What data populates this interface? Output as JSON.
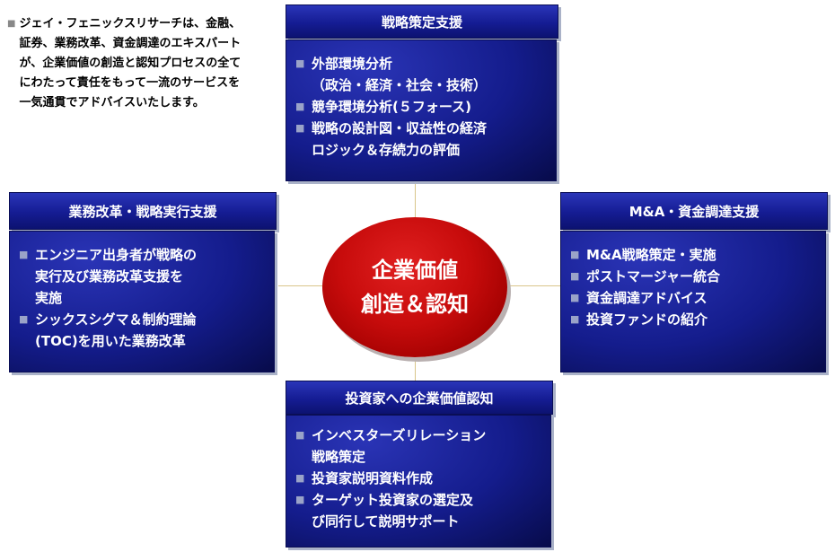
{
  "intro": {
    "bullet": "■",
    "text": "ジェイ・フェニックスリサーチは、金融、証券、業務改革、資金調達のエキスパートが、企業価値の創造と認知プロセスの全てにわたって責任をもって一流のサービスを一気通貫でアドバイスいたします。"
  },
  "center": {
    "line1": "企業価値",
    "line2": "創造＆認知"
  },
  "top": {
    "title": "戦略策定支援",
    "items": [
      "外部環境分析\n（政治・経済・社会・技術）",
      "競争環境分析(５フォース)",
      "戦略の設計図・収益性の経済\nロジック＆存続力の評価"
    ]
  },
  "left": {
    "title": "業務改革・戦略実行支援",
    "items": [
      "エンジニア出身者が戦略の\n実行及び業務改革支援を\n実施",
      "シックスシグマ＆制約理論\n(TOC)を用いた業務改革"
    ]
  },
  "right": {
    "title": "M&A・資金調達支援",
    "items": [
      "M&A戦略策定・実施",
      "ポストマージャー統合",
      "資金調達アドバイス",
      "投資ファンドの紹介"
    ]
  },
  "bottom": {
    "title": "投資家への企業価値認知",
    "items": [
      "インベスターズリレーション\n戦略策定",
      "投資家説明資料作成",
      "ターゲット投資家の選定及\nび同行して説明サポート"
    ]
  },
  "bullet_symbol": "■",
  "colors": {
    "panel": "#141c8c",
    "center": "#c80c0c",
    "connector": "#d9c58a"
  }
}
